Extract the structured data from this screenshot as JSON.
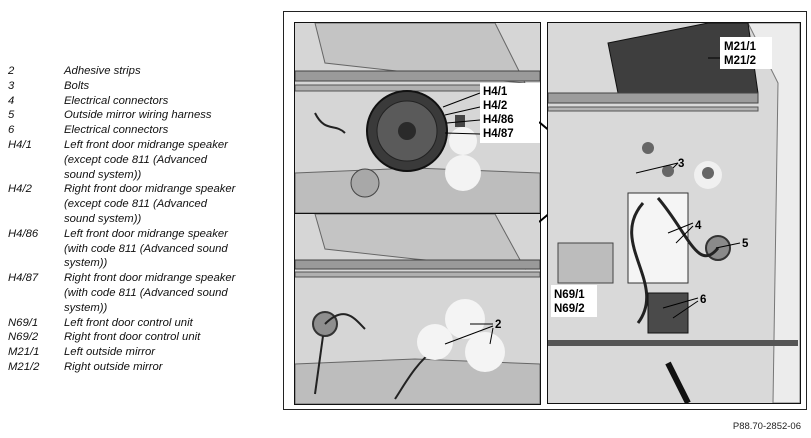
{
  "legend": [
    {
      "code": "2",
      "desc": "Adhesive strips"
    },
    {
      "code": "3",
      "desc": "Bolts"
    },
    {
      "code": "4",
      "desc": "Electrical connectors"
    },
    {
      "code": "5",
      "desc": "Outside mirror wiring harness"
    },
    {
      "code": "6",
      "desc": "Electrical connectors"
    },
    {
      "code": "H4/1",
      "desc": "Left front door midrange speaker\n(except code 811 (Advanced\nsound system))"
    },
    {
      "code": "H4/2",
      "desc": "Right front door midrange speaker\n(except code 811 (Advanced\nsound system))"
    },
    {
      "code": "H4/86",
      "desc": "Left front door midrange speaker\n(with code 811 (Advanced sound\nsystem))"
    },
    {
      "code": "H4/87",
      "desc": "Right front door midrange speaker\n(with code 811 (Advanced sound\nsystem))"
    },
    {
      "code": "N69/1",
      "desc": "Left front door control unit"
    },
    {
      "code": "N69/2",
      "desc": "Right front door control unit"
    },
    {
      "code": "M21/1",
      "desc": "Left outside mirror"
    },
    {
      "code": "M21/2",
      "desc": "Right outside mirror"
    }
  ],
  "callouts": {
    "speaker": [
      "H4/1",
      "H4/2",
      "H4/86",
      "H4/87"
    ],
    "adhesive": "2",
    "bolts": "3",
    "connectors_4": "4",
    "harness": "5",
    "connectors_6": "6",
    "control_units": [
      "N69/1",
      "N69/2"
    ],
    "mirrors": [
      "M21/1",
      "M21/2"
    ]
  },
  "figure_id": "P88.70-2852-06"
}
